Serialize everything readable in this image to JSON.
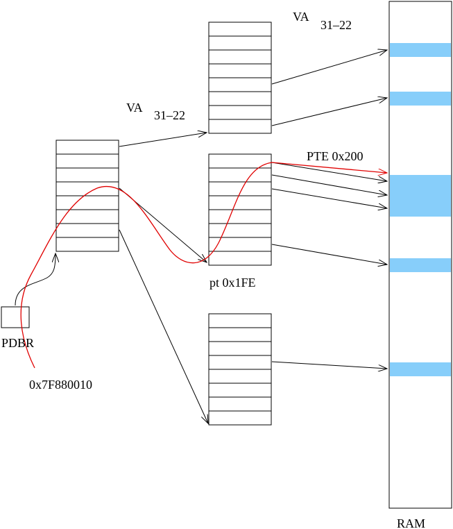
{
  "labels": {
    "va_top": "VA",
    "va_top_sub": "31–22",
    "va_mid": "VA",
    "va_mid_sub": "31–22",
    "pte": "PTE 0x200",
    "pt": "pt 0x1FE",
    "pdbr": "PDBR",
    "address": "0x7F880010",
    "ram": "RAM"
  },
  "colors": {
    "frame_fill": "#87cefa",
    "walk_path": "#e00000",
    "line": "#000000"
  },
  "tables": {
    "page_directory_rows": 8,
    "page_table_a_rows": 8,
    "page_table_b_rows": 8,
    "page_table_c_rows": 8
  },
  "ram_frames": 5
}
